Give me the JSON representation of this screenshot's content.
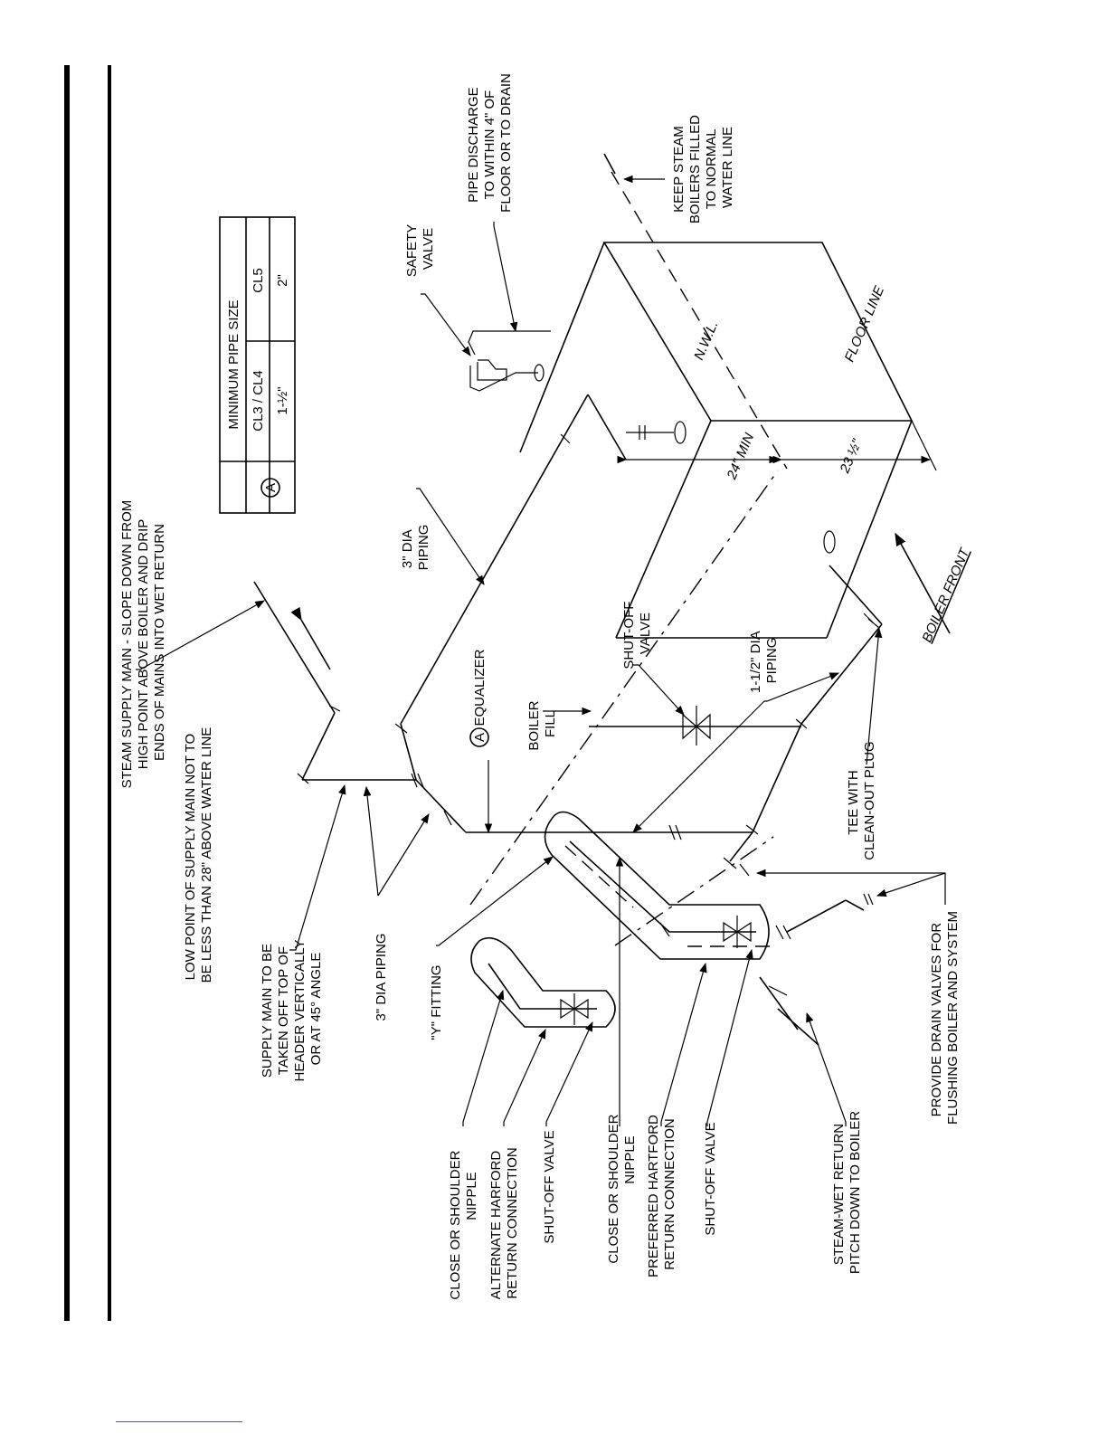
{
  "table": {
    "title": "MINIMUM PIPE SIZE",
    "marker": "A",
    "columns": [
      "CL3 / CL4",
      "CL5"
    ],
    "values": [
      "1-½\"",
      "2\""
    ]
  },
  "labels": {
    "steam_supply_main": [
      "STEAM SUPPLY MAIN - SLOPE DOWN FROM",
      "HIGH POINT ABOVE BOILER AND DRIP",
      "ENDS OF MAINS INTO WET RETURN"
    ],
    "low_point": [
      "LOW POINT OF SUPPLY MAIN NOT TO",
      "BE LESS THAN 28\" ABOVE WATER LINE"
    ],
    "supply_main_taken_off": [
      "SUPPLY MAIN TO BE",
      "TAKEN OFF TOP OF",
      "HEADER VERTICALLY",
      "OR AT 45° ANGLE"
    ],
    "three_dia_piping_left": "3\" DIA PIPING",
    "y_fitting": "\"Y\" FITTING",
    "close_nipple_1": [
      "CLOSE OR SHOULDER",
      "NIPPLE"
    ],
    "alternate_hartford": [
      "ALTERNATE HARFORD",
      "RETURN CONNECTION"
    ],
    "shutoff_valve_1": "SHUT-OFF VALVE",
    "close_nipple_2": [
      "CLOSE OR SHOULDER",
      "NIPPLE"
    ],
    "preferred_hartford": [
      "PREFERRED HARTFORD",
      "RETURN CONNECTION"
    ],
    "shutoff_valve_2": "SHUT-OFF VALVE",
    "steam_wet_return": [
      "STEAM-WET RETURN",
      "PITCH DOWN TO BOILER"
    ],
    "drain_valves": [
      "PROVIDE DRAIN VALVES FOR",
      "FLUSHING BOILER AND SYSTEM"
    ],
    "equalizer_marker": "A",
    "equalizer": "EQUALIZER",
    "boiler_fill": [
      "BOILER",
      "FILL"
    ],
    "shutoff_valve_top": [
      "SHUT-OFF",
      "VALVE"
    ],
    "piping_15": [
      "1-1/2\" DIA",
      "PIPING"
    ],
    "tee_cleanout": [
      "TEE WITH",
      "CLEAN-OUT PLUG"
    ],
    "three_dia_piping_top": [
      "3\" DIA",
      "PIPING"
    ],
    "safety_valve": [
      "SAFETY",
      "VALVE"
    ],
    "pipe_discharge": [
      "PIPE DISCHARGE",
      "TO WITHIN 4\" OF",
      "FLOOR OR TO DRAIN"
    ],
    "keep_steam": [
      "KEEP STEAM",
      "BOILERS FILLED",
      "TO NORMAL",
      "WATER LINE"
    ],
    "nwl": "N.W.L.",
    "floor_line": "FLOOR LINE",
    "boiler_front": "BOILER FRONT",
    "dim_24": "24\" MIN",
    "dim_23": "23 ½\""
  }
}
